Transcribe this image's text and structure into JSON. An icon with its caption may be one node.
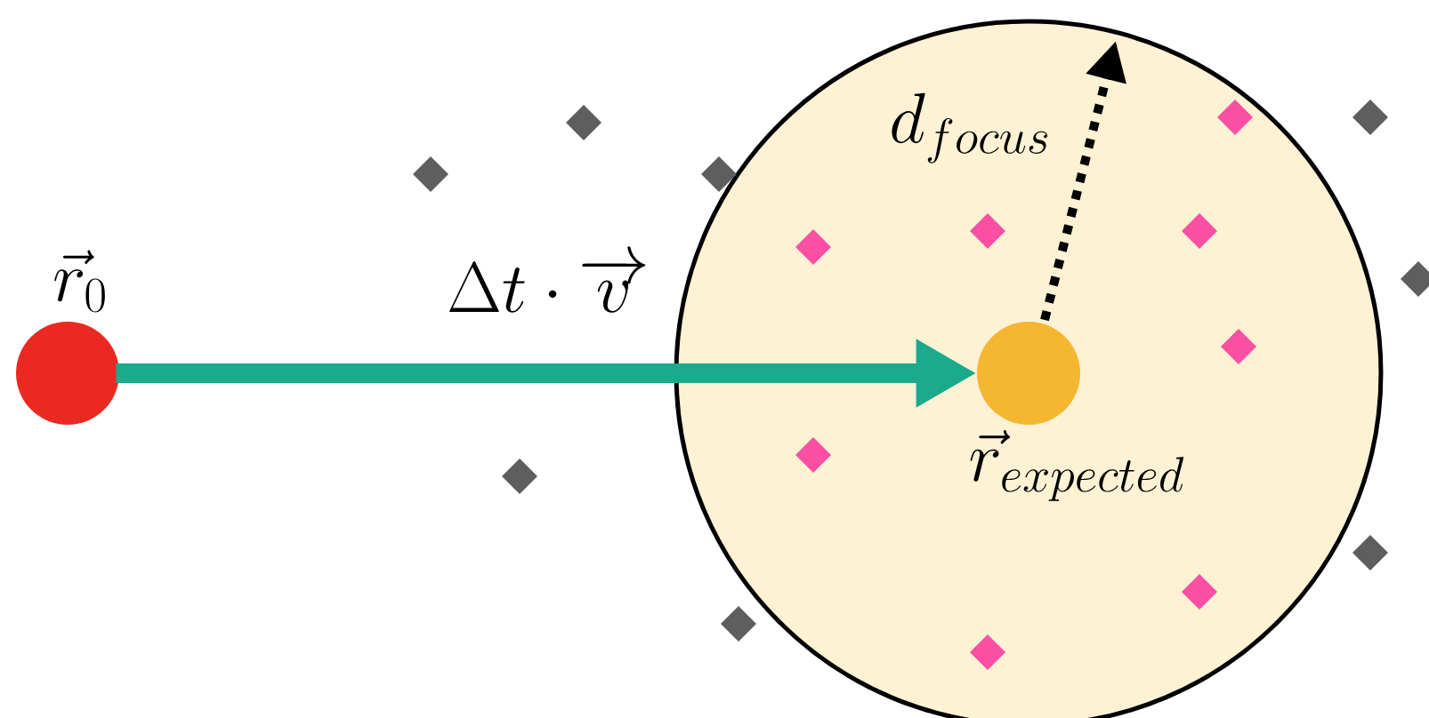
{
  "diagram": {
    "nodes": [
      {
        "text": [],
        "shape": "circle",
        "beside": [
          "\\vec{r}_0"
        ]
      },
      {
        "text": [],
        "shape": "circle"
      },
      {
        "text": [],
        "shape": "circle",
        "in": 1,
        "beside": [
          "\\vec{r}_{expected}"
        ]
      }
    ],
    "edges": [
      {
        "from": 0,
        "to": 2,
        "arrow": "to",
        "label": "\\Delta t \\cdot \\overrightarrow{v}"
      }
    ],
    "labels": [
      "d_{focus}"
    ]
  }
}
